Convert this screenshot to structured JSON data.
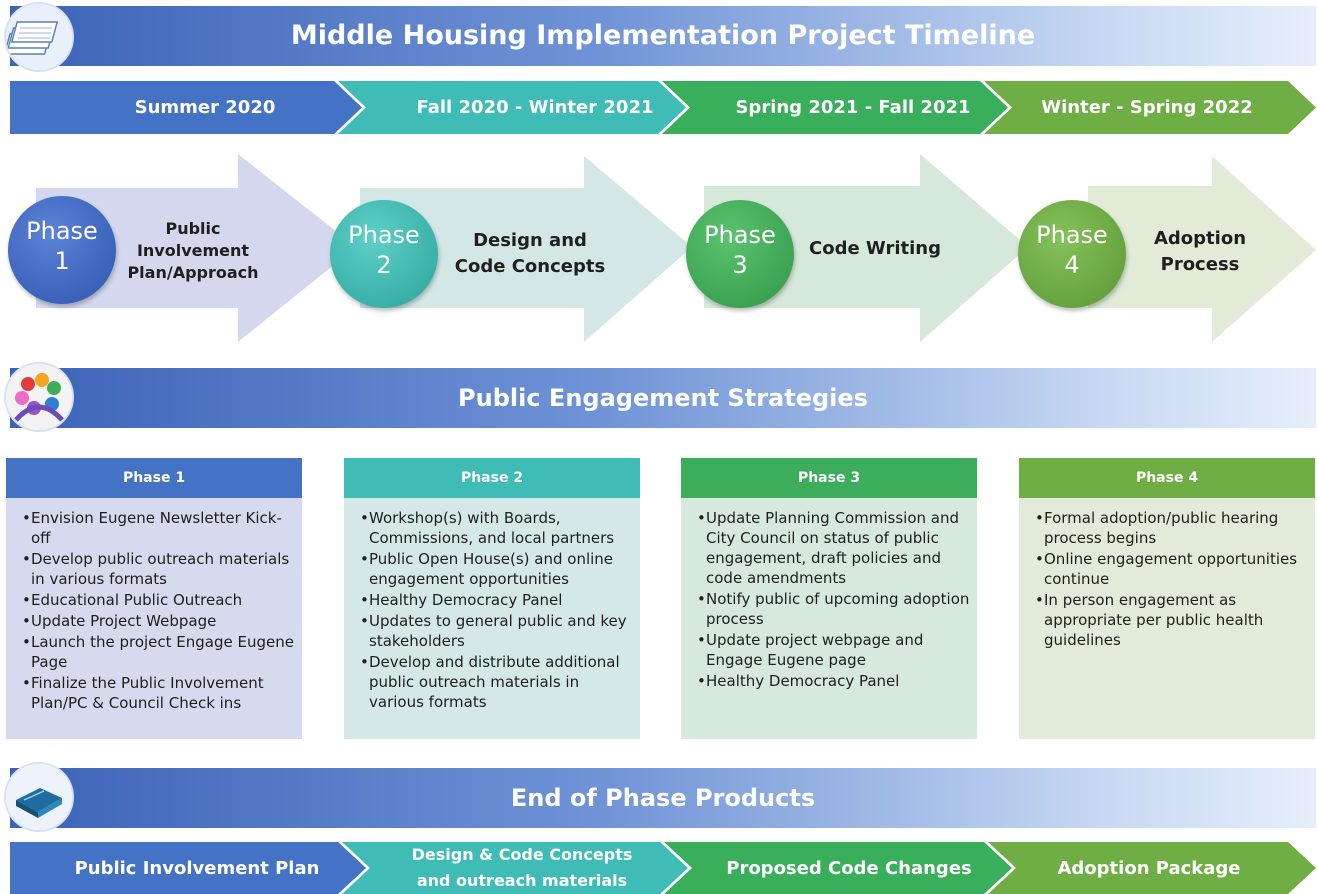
{
  "header": {
    "title": "Middle Housing Implementation Project Timeline",
    "icon": "document-stack-icon"
  },
  "timeline": [
    {
      "label": "Summer 2020",
      "color": "#4472c4"
    },
    {
      "label": "Fall 2020 - Winter 2021",
      "color": "#3fbcb6"
    },
    {
      "label": "Spring 2021 - Fall 2021",
      "color": "#3aaf5b"
    },
    {
      "label": "Winter - Spring 2022",
      "color": "#6fad45"
    }
  ],
  "phases": [
    {
      "word": "Phase",
      "number": "1",
      "label_lines": [
        "Public",
        "Involvement",
        "Plan/Approach"
      ],
      "circle_color": "#3f66c2",
      "arrow_color": "#d4d8ee"
    },
    {
      "word": "Phase",
      "number": "2",
      "label_lines": [
        "Design and",
        "Code Concepts"
      ],
      "circle_color": "#3dbdb4",
      "arrow_color": "#d3e7e7"
    },
    {
      "word": "Phase",
      "number": "3",
      "label_lines": [
        "Code Writing"
      ],
      "circle_color": "#40ad56",
      "arrow_color": "#d6e8da"
    },
    {
      "word": "Phase",
      "number": "4",
      "label_lines": [
        "Adoption",
        "Process"
      ],
      "circle_color": "#6aab3f",
      "arrow_color": "#e1ebd7"
    }
  ],
  "engagement": {
    "title": "Public Engagement Strategies",
    "icon": "people-circle-icon",
    "boxes": [
      {
        "title": "Phase 1",
        "head_color": "#4472c4",
        "body_color": "#d6daef",
        "items": [
          "Envision Eugene Newsletter Kick-off",
          "Develop public outreach materials in various formats",
          "Educational Public Outreach",
          "Update Project Webpage",
          "Launch the project Engage Eugene Page",
          "Finalize the Public Involvement Plan/PC & Council Check ins"
        ]
      },
      {
        "title": "Phase 2",
        "head_color": "#3fbcb6",
        "body_color": "#d5e8e8",
        "items": [
          "Workshop(s) with Boards, Commissions, and local partners",
          "Public Open House(s) and online engagement opportunities",
          "Healthy Democracy Panel",
          "Updates to general public and key stakeholders",
          "Develop and distribute additional public outreach materials in various formats"
        ]
      },
      {
        "title": "Phase 3",
        "head_color": "#3cae5b",
        "body_color": "#d6e9dc",
        "items": [
          "Update Planning Commission and City Council on status of public engagement, draft policies and code amendments",
          "Notify public of upcoming adoption process",
          "Update project webpage and Engage Eugene page",
          "Healthy Democracy Panel"
        ]
      },
      {
        "title": "Phase 4",
        "head_color": "#6fad45",
        "body_color": "#e2ebd9",
        "items": [
          "Formal adoption/public hearing process begins",
          "Online engagement opportunities continue",
          "In person engagement as appropriate per public health guidelines"
        ]
      }
    ]
  },
  "products": {
    "title": "End of Phase Products",
    "icon": "book-icon",
    "items": [
      {
        "lines": [
          "Public Involvement Plan"
        ],
        "color": "#4472c4"
      },
      {
        "lines": [
          "Design & Code Concepts",
          "and outreach materials"
        ],
        "color": "#3fbcb6"
      },
      {
        "lines": [
          "Proposed Code Changes"
        ],
        "color": "#3aaf5b"
      },
      {
        "lines": [
          "Adoption Package"
        ],
        "color": "#6fad45"
      }
    ]
  }
}
